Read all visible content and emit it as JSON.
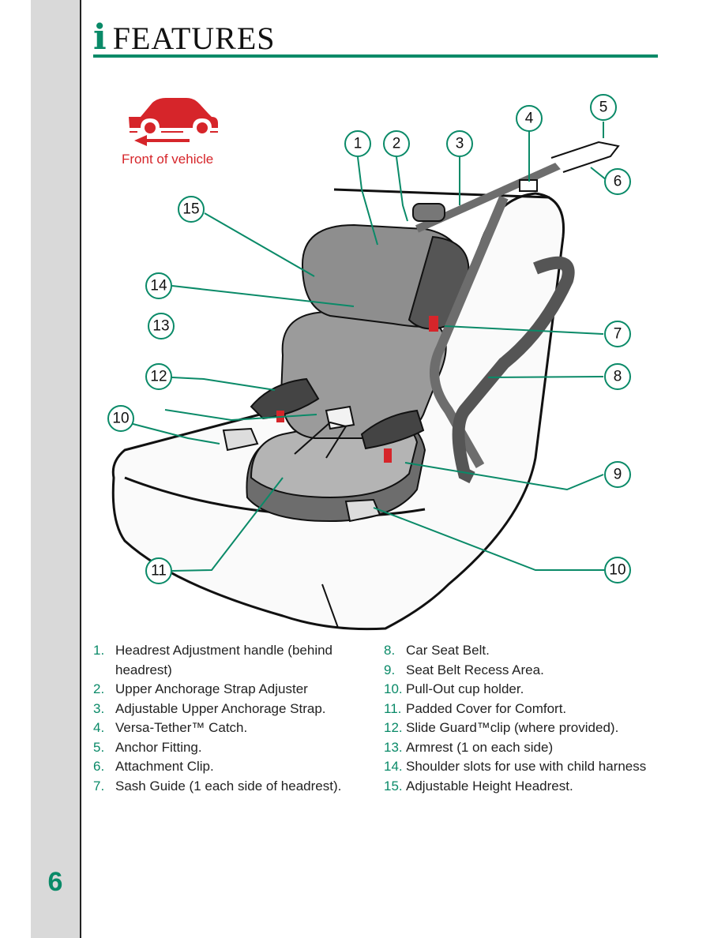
{
  "header": {
    "icon_letter": "i",
    "title": "FEATURES"
  },
  "page_number": "6",
  "diagram": {
    "front_of_vehicle_label": "Front of vehicle",
    "callouts": [
      "1",
      "2",
      "3",
      "4",
      "5",
      "6",
      "7",
      "8",
      "9",
      "10",
      "11",
      "12",
      "13",
      "14",
      "15",
      "10"
    ]
  },
  "legend": {
    "left": [
      {
        "num": "1.",
        "text": "Headrest Adjustment handle (behind headrest)"
      },
      {
        "num": "2.",
        "text": "Upper Anchorage Strap Adjuster"
      },
      {
        "num": "3.",
        "text": "Adjustable Upper Anchorage Strap."
      },
      {
        "num": "4.",
        "text": "Versa-Tether™ Catch."
      },
      {
        "num": "5.",
        "text": "Anchor Fitting."
      },
      {
        "num": "6.",
        "text": "Attachment Clip."
      },
      {
        "num": "7.",
        "text": "Sash Guide (1 each side of headrest)."
      }
    ],
    "right": [
      {
        "num": "8.",
        "text": "Car Seat Belt."
      },
      {
        "num": "9.",
        "text": "Seat Belt Recess Area."
      },
      {
        "num": "10.",
        "text": "Pull-Out cup holder."
      },
      {
        "num": "11.",
        "text": "Padded Cover for Comfort."
      },
      {
        "num": "12.",
        "text": "Slide Guard™clip (where provided)."
      },
      {
        "num": "13.",
        "text": "Armrest (1 on each side)"
      },
      {
        "num": "14.",
        "text": "Shoulder slots for use with child harness"
      },
      {
        "num": "15.",
        "text": "Adjustable Height Headrest."
      }
    ]
  },
  "colors": {
    "accent": "#0a8a68",
    "red": "#d6252a",
    "sidebar": "#d9d9d9"
  }
}
